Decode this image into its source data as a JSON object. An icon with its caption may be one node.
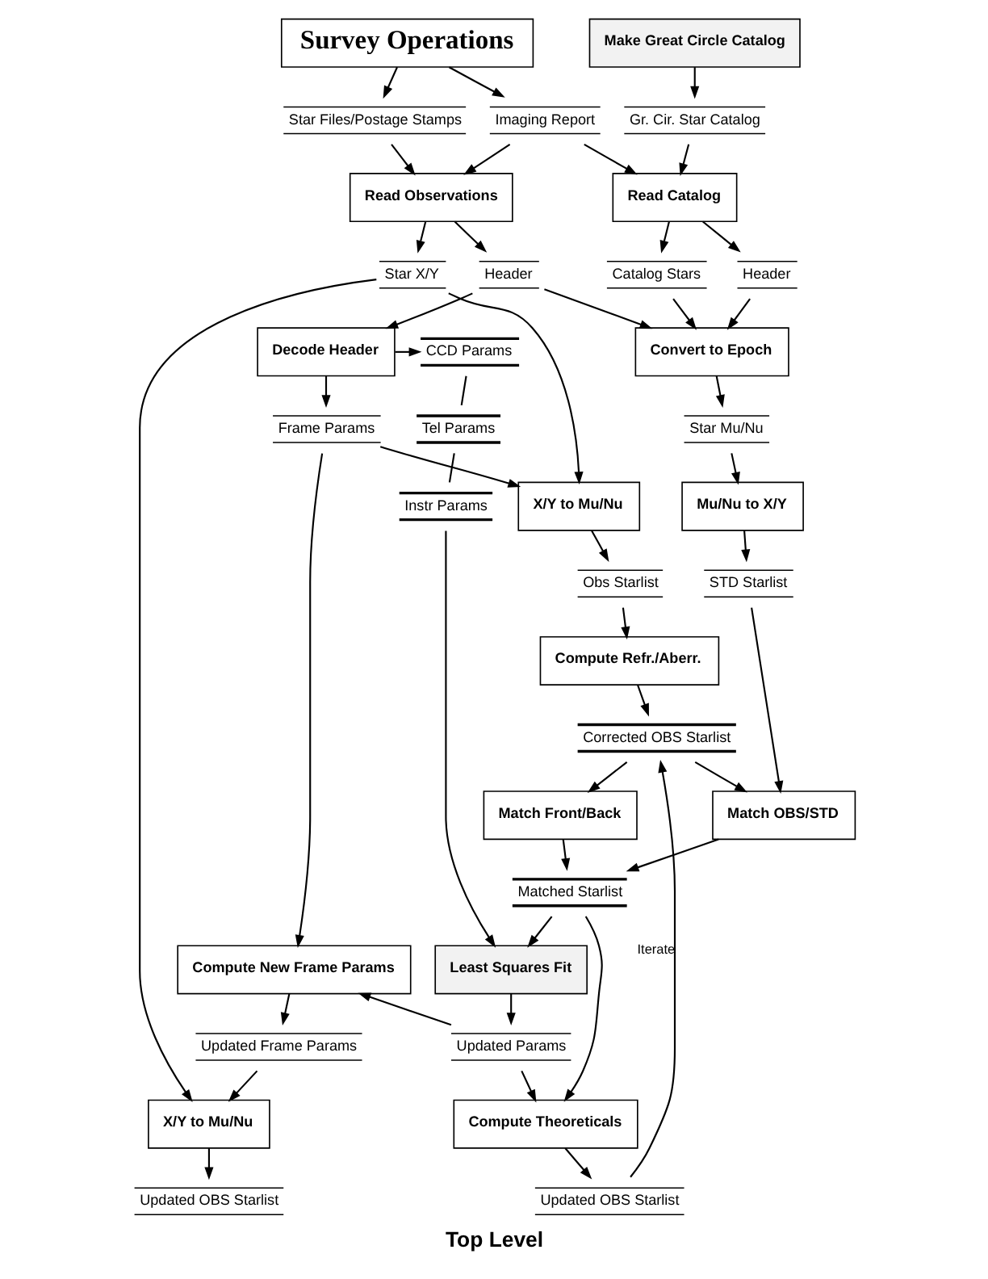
{
  "diagram": {
    "caption": "Top Level",
    "nodes": [
      {
        "text": [
          "Survey Operations"
        ]
      },
      {
        "text": [
          "Make Great Circle Catalog"
        ]
      },
      {
        "text": [
          "Star Files/Postage Stamps"
        ]
      },
      {
        "text": [
          "Imaging Report"
        ]
      },
      {
        "text": [
          "Gr. Cir. Star Catalog"
        ]
      },
      {
        "text": [
          "Read Observations"
        ]
      },
      {
        "text": [
          "Read Catalog"
        ]
      },
      {
        "text": [
          "Star X/Y"
        ]
      },
      {
        "text": [
          "Header"
        ]
      },
      {
        "text": [
          "Catalog Stars"
        ]
      },
      {
        "text": [
          "Header"
        ]
      },
      {
        "text": [
          "CCD Params"
        ]
      },
      {
        "text": [
          "Decode Header"
        ]
      },
      {
        "text": [
          "Convert to Epoch"
        ]
      },
      {
        "text": [
          "Tel Params"
        ]
      },
      {
        "text": [
          "Frame Params"
        ]
      },
      {
        "text": [
          "Instr Params"
        ]
      },
      {
        "text": [
          "Star Mu/Nu"
        ]
      },
      {
        "text": [
          "X/Y to Mu/Nu"
        ]
      },
      {
        "text": [
          "Mu/Nu to X/Y"
        ]
      },
      {
        "text": [
          "Obs Starlist"
        ]
      },
      {
        "text": [
          "STD Starlist"
        ]
      },
      {
        "text": [
          "Compute Refr./Aberr."
        ]
      },
      {
        "text": [
          "Corrected OBS Starlist"
        ]
      },
      {
        "text": [
          "Match Front/Back"
        ]
      },
      {
        "text": [
          "Match OBS/STD"
        ]
      },
      {
        "text": [
          "Matched Starlist"
        ]
      },
      {
        "text": [
          "Compute New Frame Params"
        ]
      },
      {
        "text": [
          "Least Squares Fit"
        ]
      },
      {
        "text": [
          "Updated Params"
        ]
      },
      {
        "text": [
          "Updated Frame Params"
        ]
      },
      {
        "text": [
          "X/Y to Mu/Nu"
        ]
      },
      {
        "text": [
          "Compute Theoreticals"
        ]
      },
      {
        "text": [
          "Updated OBS Starlist"
        ]
      },
      {
        "text": [
          "Updated OBS Starlist"
        ]
      }
    ],
    "edges": [
      {
        "from": 0,
        "to": 2,
        "arrow": "to"
      },
      {
        "from": 0,
        "to": 3,
        "arrow": "to"
      },
      {
        "from": 1,
        "to": 4,
        "arrow": "to"
      },
      {
        "from": 2,
        "to": 5,
        "arrow": "to"
      },
      {
        "from": 3,
        "to": 5,
        "arrow": "to"
      },
      {
        "from": 3,
        "to": 6,
        "arrow": "to"
      },
      {
        "from": 4,
        "to": 6,
        "arrow": "to"
      },
      {
        "from": 5,
        "to": 7,
        "arrow": "to"
      },
      {
        "from": 5,
        "to": 8,
        "arrow": "to"
      },
      {
        "from": 6,
        "to": 9,
        "arrow": "to"
      },
      {
        "from": 6,
        "to": 10,
        "arrow": "to"
      },
      {
        "from": 8,
        "to": 12,
        "arrow": "to"
      },
      {
        "from": 8,
        "to": 13,
        "arrow": "to"
      },
      {
        "from": 9,
        "to": 13,
        "arrow": "to"
      },
      {
        "from": 10,
        "to": 13,
        "arrow": "to"
      },
      {
        "from": 12,
        "to": 11,
        "arrow": "to"
      },
      {
        "from": 11,
        "to": 14,
        "arrow": "none"
      },
      {
        "from": 14,
        "to": 16,
        "arrow": "none"
      },
      {
        "from": 12,
        "to": 15,
        "arrow": "to"
      },
      {
        "from": 13,
        "to": 17,
        "arrow": "to"
      },
      {
        "from": 7,
        "to": 18,
        "arrow": "to"
      },
      {
        "from": 15,
        "to": 18,
        "arrow": "to"
      },
      {
        "from": 17,
        "to": 19,
        "arrow": "to"
      },
      {
        "from": 18,
        "to": 20,
        "arrow": "to"
      },
      {
        "from": 19,
        "to": 21,
        "arrow": "to"
      },
      {
        "from": 20,
        "to": 22,
        "arrow": "to"
      },
      {
        "from": 22,
        "to": 23,
        "arrow": "to"
      },
      {
        "from": 23,
        "to": 24,
        "arrow": "to"
      },
      {
        "from": 23,
        "to": 25,
        "arrow": "to"
      },
      {
        "from": 21,
        "to": 25,
        "arrow": "to"
      },
      {
        "from": 24,
        "to": 26,
        "arrow": "to"
      },
      {
        "from": 25,
        "to": 26,
        "arrow": "to"
      },
      {
        "from": 15,
        "to": 27,
        "arrow": "to"
      },
      {
        "from": 16,
        "to": 28,
        "arrow": "to"
      },
      {
        "from": 26,
        "to": 28,
        "arrow": "to"
      },
      {
        "from": 26,
        "to": 32,
        "arrow": "to"
      },
      {
        "from": 28,
        "to": 29,
        "arrow": "to"
      },
      {
        "from": 29,
        "to": 27,
        "arrow": "to"
      },
      {
        "from": 29,
        "to": 32,
        "arrow": "to"
      },
      {
        "from": 27,
        "to": 30,
        "arrow": "to"
      },
      {
        "from": 30,
        "to": 31,
        "arrow": "to"
      },
      {
        "from": 7,
        "to": 31,
        "arrow": "to"
      },
      {
        "from": 31,
        "to": 33,
        "arrow": "to"
      },
      {
        "from": 32,
        "to": 34,
        "arrow": "to"
      },
      {
        "from": 34,
        "to": 23,
        "arrow": "to",
        "label": "Iterate"
      }
    ]
  }
}
